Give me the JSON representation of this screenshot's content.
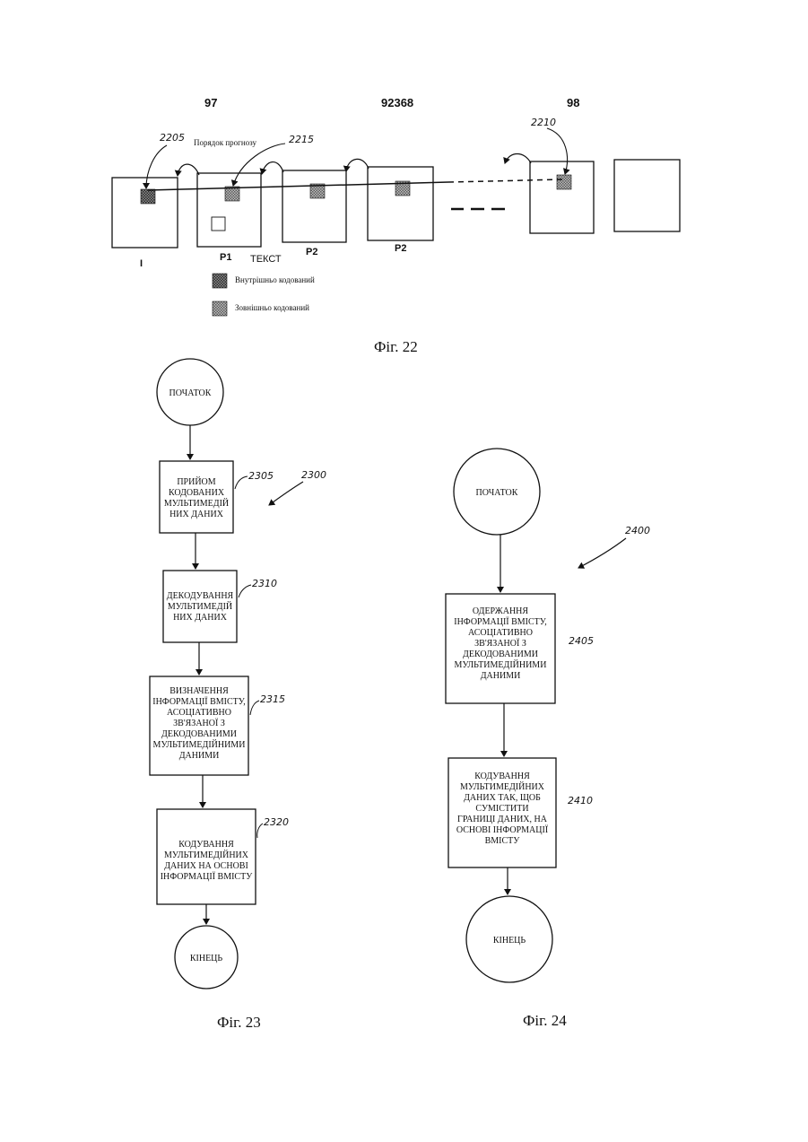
{
  "header": {
    "left": "97",
    "center": "92368",
    "right": "98"
  },
  "fig22": {
    "annotation_prediction_order": "Порядок прогнозу",
    "refs": [
      "2205",
      "2215",
      "2210"
    ],
    "frame_labels": [
      "I",
      "P1",
      "P2",
      "P2"
    ],
    "text_label": "ТЕКСТ",
    "legend": [
      {
        "label": "Внутрішньо кодований",
        "color": "#6a6a6a"
      },
      {
        "label": "Зовнішньо кодований",
        "color": "#9a9a9a"
      }
    ],
    "caption": "Фіг. 22"
  },
  "fig23": {
    "start": "ПОЧАТОК",
    "end": "КІНЕЦЬ",
    "ref_main": "2300",
    "steps": [
      {
        "ref": "2305",
        "lines": [
          "ПРИЙОМ",
          "КОДОВАНИХ",
          "МУЛЬТИМЕДІЙ",
          "НИХ ДАНИХ"
        ]
      },
      {
        "ref": "2310",
        "lines": [
          "ДЕКОДУВАННЯ",
          "МУЛЬТИМЕДІЙ",
          "НИХ ДАНИХ"
        ]
      },
      {
        "ref": "2315",
        "lines": [
          "ВИЗНАЧЕННЯ",
          "ІНФОРМАЦІЇ ВМІСТУ,",
          "АСОЦІАТИВНО",
          "ЗВ'ЯЗАНОЇ З",
          "ДЕКОДОВАНИМИ",
          "МУЛЬТИМЕДІЙНИМИ",
          "ДАНИМИ"
        ]
      },
      {
        "ref": "2320",
        "lines": [
          "КОДУВАННЯ",
          "МУЛЬТИМЕДІЙНИХ",
          "ДАНИХ НА ОСНОВІ",
          "ІНФОРМАЦІЇ ВМІСТУ"
        ]
      }
    ],
    "caption": "Фіг. 23"
  },
  "fig24": {
    "start": "ПОЧАТОК",
    "end": "КІНЕЦЬ",
    "ref_main": "2400",
    "steps": [
      {
        "ref": "2405",
        "lines": [
          "ОДЕРЖАННЯ",
          "ІНФОРМАЦІЇ ВМІСТУ,",
          "АСОЦІАТИВНО",
          "ЗВ'ЯЗАНОЇ З",
          "ДЕКОДОВАНИМИ",
          "МУЛЬТИМЕДІЙНИМИ",
          "ДАНИМИ"
        ]
      },
      {
        "ref": "2410",
        "lines": [
          "КОДУВАННЯ",
          "МУЛЬТИМЕДІЙНИХ",
          "ДАНИХ ТАК, ЩОБ",
          "СУМІСТИТИ",
          "ГРАНИЦІ ДАНИХ, НА",
          "ОСНОВІ ІНФОРМАЦІЇ",
          "ВМІСТУ"
        ]
      }
    ],
    "caption": "Фіг. 24"
  }
}
